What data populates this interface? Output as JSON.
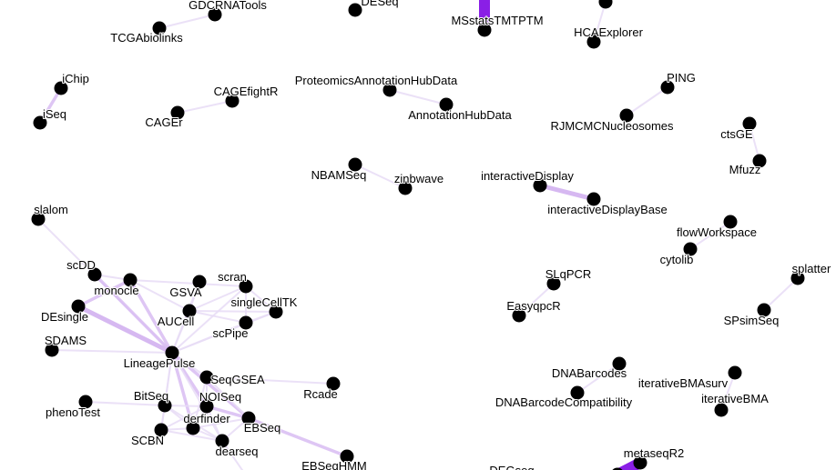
{
  "colors": {
    "node": "#000000",
    "edge_light": "#e8dcf6",
    "edge_mid": "#d6b8f1",
    "edge_strong": "#8a1fe6",
    "background": "#ffffff"
  },
  "nodes": [
    {
      "id": "GDCRNATools",
      "label": "GDCRNATools"
    },
    {
      "id": "TCGAbiolinks",
      "label": "TCGAbiolinks"
    },
    {
      "id": "DESeq",
      "label": "DESeq"
    },
    {
      "id": "MSstatsTMTPTM",
      "label": "MSstatsTMTPTM"
    },
    {
      "id": "HCAExplorer",
      "label": "HCAExplorer"
    },
    {
      "id": "HCAtop",
      "label": ""
    },
    {
      "id": "iChip",
      "label": "iChip"
    },
    {
      "id": "iSeq",
      "label": "iSeq"
    },
    {
      "id": "CAGEfightR",
      "label": "CAGEfightR"
    },
    {
      "id": "CAGEr",
      "label": "CAGEr"
    },
    {
      "id": "ProteomicsAnnotationHubData",
      "label": "ProteomicsAnnotationHubData"
    },
    {
      "id": "AnnotationHubData",
      "label": "AnnotationHubData"
    },
    {
      "id": "PING",
      "label": "PING"
    },
    {
      "id": "RJMCMCNucleosomes",
      "label": "RJMCMCNucleosomes"
    },
    {
      "id": "ctsGE",
      "label": "ctsGE"
    },
    {
      "id": "Mfuzz",
      "label": "Mfuzz"
    },
    {
      "id": "NBAMSeq",
      "label": "NBAMSeq"
    },
    {
      "id": "zinbwave",
      "label": "zinbwave"
    },
    {
      "id": "interactiveDisplay",
      "label": "interactiveDisplay"
    },
    {
      "id": "interactiveDisplayBase",
      "label": "interactiveDisplayBase"
    },
    {
      "id": "slalom",
      "label": "slalom"
    },
    {
      "id": "flowWorkspace",
      "label": "flowWorkspace"
    },
    {
      "id": "cytolib",
      "label": "cytolib"
    },
    {
      "id": "scDD",
      "label": "scDD"
    },
    {
      "id": "monocle",
      "label": "monocle"
    },
    {
      "id": "GSVA",
      "label": "GSVA"
    },
    {
      "id": "scran",
      "label": "scran"
    },
    {
      "id": "singleCellTK",
      "label": "singleCellTK"
    },
    {
      "id": "DEsingle",
      "label": "DEsingle"
    },
    {
      "id": "AUCell",
      "label": "AUCell"
    },
    {
      "id": "scPipe",
      "label": "scPipe"
    },
    {
      "id": "SLqPCR",
      "label": "SLqPCR"
    },
    {
      "id": "EasyqpcR",
      "label": "EasyqpcR"
    },
    {
      "id": "splatter",
      "label": "splatter"
    },
    {
      "id": "SPsimSeq",
      "label": "SPsimSeq"
    },
    {
      "id": "SDAMS",
      "label": "SDAMS"
    },
    {
      "id": "LineagePulse",
      "label": "LineagePulse"
    },
    {
      "id": "SeqGSEA",
      "label": "SeqGSEA"
    },
    {
      "id": "Rcade",
      "label": "Rcade"
    },
    {
      "id": "BitSeq",
      "label": "BitSeq"
    },
    {
      "id": "NOISeq",
      "label": "NOISeq"
    },
    {
      "id": "phenoTest",
      "label": "phenoTest"
    },
    {
      "id": "derfinder",
      "label": "derfinder"
    },
    {
      "id": "EBSeq",
      "label": "EBSeq"
    },
    {
      "id": "SCBN",
      "label": "SCBN"
    },
    {
      "id": "dearseq",
      "label": "dearseq"
    },
    {
      "id": "EBSeqHMM",
      "label": "EBSeqHMM"
    },
    {
      "id": "DNABarcodes",
      "label": "DNABarcodes"
    },
    {
      "id": "DNABarcodeCompatibility",
      "label": "DNABarcodeCompatibility"
    },
    {
      "id": "iterativeBMAsurv",
      "label": "iterativeBMAsurv"
    },
    {
      "id": "iterativeBMA",
      "label": "iterativeBMA"
    },
    {
      "id": "metaseqR2",
      "label": "metaseqR2"
    },
    {
      "id": "DEGseq",
      "label": "DEGseq"
    }
  ],
  "edges": [
    {
      "source": "GDCRNATools",
      "target": "TCGAbiolinks",
      "weight": 1
    },
    {
      "source": "MSstatsTMTPTM",
      "target": "MSstatsTMTPTM_up",
      "weight": 5
    },
    {
      "source": "HCAExplorer",
      "target": "HCAtop",
      "weight": 1
    },
    {
      "source": "iChip",
      "target": "iSeq",
      "weight": 2
    },
    {
      "source": "CAGEfightR",
      "target": "CAGEr",
      "weight": 1
    },
    {
      "source": "ProteomicsAnnotationHubData",
      "target": "AnnotationHubData",
      "weight": 1
    },
    {
      "source": "PING",
      "target": "RJMCMCNucleosomes",
      "weight": 1
    },
    {
      "source": "ctsGE",
      "target": "Mfuzz",
      "weight": 1
    },
    {
      "source": "NBAMSeq",
      "target": "zinbwave",
      "weight": 1
    },
    {
      "source": "interactiveDisplay",
      "target": "interactiveDisplayBase",
      "weight": 3
    },
    {
      "source": "flowWorkspace",
      "target": "cytolib",
      "weight": 1
    },
    {
      "source": "SLqPCR",
      "target": "EasyqpcR",
      "weight": 1
    },
    {
      "source": "splatter",
      "target": "SPsimSeq",
      "weight": 1
    },
    {
      "source": "DNABarcodes",
      "target": "DNABarcodeCompatibility",
      "weight": 1
    },
    {
      "source": "iterativeBMAsurv",
      "target": "iterativeBMA",
      "weight": 1
    },
    {
      "source": "metaseqR2",
      "target": "DEGseq",
      "weight": 5
    },
    {
      "source": "slalom",
      "target": "LineagePulse",
      "weight": 1
    },
    {
      "source": "scDD",
      "target": "LineagePulse",
      "weight": 2
    },
    {
      "source": "scDD",
      "target": "monocle",
      "weight": 1
    },
    {
      "source": "DEsingle",
      "target": "LineagePulse",
      "weight": 3
    },
    {
      "source": "DEsingle",
      "target": "monocle",
      "weight": 2
    },
    {
      "source": "monocle",
      "target": "LineagePulse",
      "weight": 2
    },
    {
      "source": "monocle",
      "target": "AUCell",
      "weight": 1
    },
    {
      "source": "monocle",
      "target": "scran",
      "weight": 1
    },
    {
      "source": "GSVA",
      "target": "AUCell",
      "weight": 1
    },
    {
      "source": "GSVA",
      "target": "LineagePulse",
      "weight": 1
    },
    {
      "source": "scran",
      "target": "AUCell",
      "weight": 1
    },
    {
      "source": "scran",
      "target": "LineagePulse",
      "weight": 1
    },
    {
      "source": "scran",
      "target": "singleCellTK",
      "weight": 1
    },
    {
      "source": "scran",
      "target": "scPipe",
      "weight": 1
    },
    {
      "source": "singleCellTK",
      "target": "AUCell",
      "weight": 1
    },
    {
      "source": "singleCellTK",
      "target": "scPipe",
      "weight": 1
    },
    {
      "source": "singleCellTK",
      "target": "LineagePulse",
      "weight": 1
    },
    {
      "source": "AUCell",
      "target": "LineagePulse",
      "weight": 1
    },
    {
      "source": "AUCell",
      "target": "scPipe",
      "weight": 1
    },
    {
      "source": "scPipe",
      "target": "LineagePulse",
      "weight": 1
    },
    {
      "source": "SDAMS",
      "target": "LineagePulse",
      "weight": 1
    },
    {
      "source": "LineagePulse",
      "target": "SeqGSEA",
      "weight": 1
    },
    {
      "source": "LineagePulse",
      "target": "BitSeq",
      "weight": 1
    },
    {
      "source": "LineagePulse",
      "target": "NOISeq",
      "weight": 2
    },
    {
      "source": "LineagePulse",
      "target": "derfinder",
      "weight": 2
    },
    {
      "source": "LineagePulse",
      "target": "EBSeq",
      "weight": 2
    },
    {
      "source": "LineagePulse",
      "target": "SCBN",
      "weight": 1
    },
    {
      "source": "LineagePulse",
      "target": "dearseq",
      "weight": 1
    },
    {
      "source": "SeqGSEA",
      "target": "Rcade",
      "weight": 1
    },
    {
      "source": "SeqGSEA",
      "target": "NOISeq",
      "weight": 1
    },
    {
      "source": "SeqGSEA",
      "target": "derfinder",
      "weight": 1
    },
    {
      "source": "SeqGSEA",
      "target": "EBSeq",
      "weight": 1
    },
    {
      "source": "phenoTest",
      "target": "BitSeq",
      "weight": 1
    },
    {
      "source": "BitSeq",
      "target": "NOISeq",
      "weight": 1
    },
    {
      "source": "BitSeq",
      "target": "SCBN",
      "weight": 1
    },
    {
      "source": "BitSeq",
      "target": "derfinder",
      "weight": 1
    },
    {
      "source": "BitSeq",
      "target": "dearseq",
      "weight": 1
    },
    {
      "source": "NOISeq",
      "target": "derfinder",
      "weight": 1
    },
    {
      "source": "NOISeq",
      "target": "EBSeq",
      "weight": 2
    },
    {
      "source": "NOISeq",
      "target": "SCBN",
      "weight": 1
    },
    {
      "source": "NOISeq",
      "target": "dearseq",
      "weight": 1
    },
    {
      "source": "derfinder",
      "target": "SCBN",
      "weight": 1
    },
    {
      "source": "derfinder",
      "target": "dearseq",
      "weight": 1
    },
    {
      "source": "derfinder",
      "target": "EBSeq",
      "weight": 1
    },
    {
      "source": "EBSeq",
      "target": "EBSeqHMM",
      "weight": 2
    },
    {
      "source": "EBSeq",
      "target": "dearseq",
      "weight": 1
    },
    {
      "source": "SCBN",
      "target": "dearseq",
      "weight": 1
    },
    {
      "source": "dearseq",
      "target": "dearseq_down",
      "weight": 1
    }
  ]
}
